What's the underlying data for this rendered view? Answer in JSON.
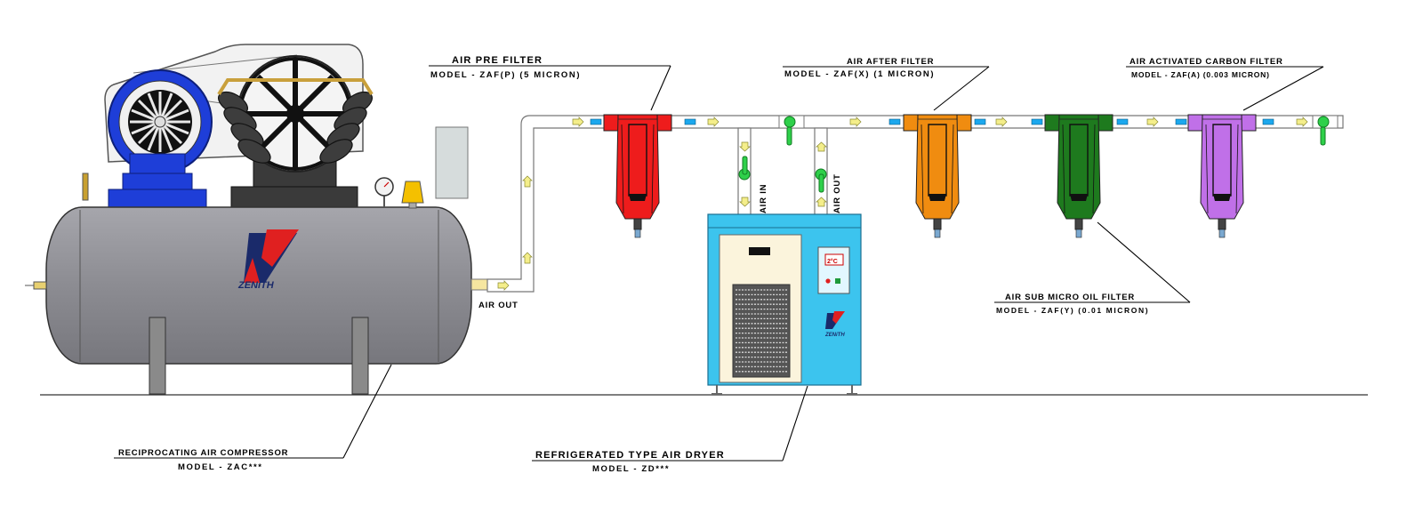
{
  "labels": {
    "compressor_title": "RECIPROCATING AIR COMPRESSOR",
    "compressor_model": "MODEL - ZAC***",
    "dryer_title": "REFRIGERATED TYPE AIR DRYER",
    "dryer_model": "MODEL - ZD***",
    "pre_filter_title": "AIR PRE FILTER",
    "pre_filter_model": "MODEL - ZAF(P) (5 MICRON)",
    "after_filter_title": "AIR AFTER FILTER",
    "after_filter_model": "MODEL - ZAF(X) (1 MICRON)",
    "carbon_filter_title": "AIR ACTIVATED CARBON FILTER",
    "carbon_filter_model": "MODEL - ZAF(A) (0.003 MICRON)",
    "oil_filter_title": "AIR SUB MICRO OIL FILTER",
    "oil_filter_model": "MODEL - ZAF(Y) (0.01 MICRON)",
    "air_out": "AIR OUT",
    "dryer_air_in": "AIR IN",
    "dryer_air_out": "AIR OUT",
    "dryer_display": "2°C"
  },
  "brand": {
    "name": "ZENiTH",
    "mini_name": "ZENiTH"
  },
  "colors": {
    "pre_filter": "#ee1c1c",
    "after_filter": "#f08c10",
    "oil_filter": "#1e7a1e",
    "carbon_filter": "#c070e8",
    "tank": "#8e8e94",
    "dryer_body": "#3cc4ee",
    "motor_ring": "#1e3ed8",
    "valve": "#2ed04a",
    "logo_red": "#e02020",
    "logo_navy": "#1a2a6a"
  },
  "icons": {
    "flow_arrow": "arrow-icon",
    "valve": "ball-valve-icon",
    "gauge": "pressure-gauge-icon"
  }
}
